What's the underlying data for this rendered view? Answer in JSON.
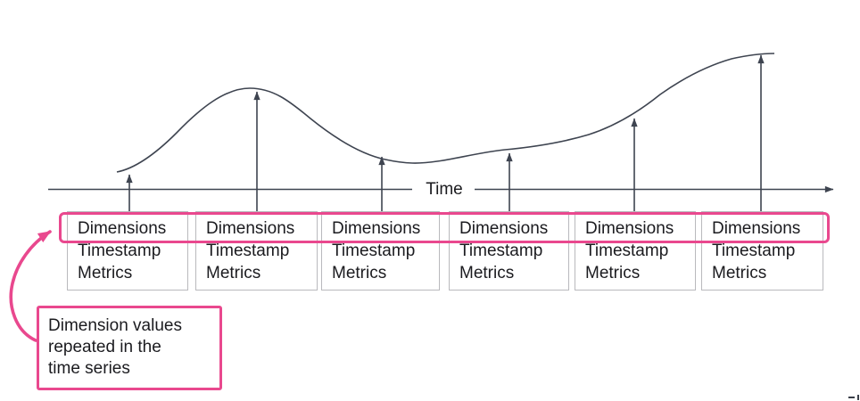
{
  "diagram": {
    "axis": {
      "label": "Time"
    },
    "records": [
      {
        "dimensions": "Dimensions",
        "timestamp": "Timestamp",
        "metrics": "Metrics"
      },
      {
        "dimensions": "Dimensions",
        "timestamp": "Timestamp",
        "metrics": "Metrics"
      },
      {
        "dimensions": "Dimensions",
        "timestamp": "Timestamp",
        "metrics": "Metrics"
      },
      {
        "dimensions": "Dimensions",
        "timestamp": "Timestamp",
        "metrics": "Metrics"
      },
      {
        "dimensions": "Dimensions",
        "timestamp": "Timestamp",
        "metrics": "Metrics"
      },
      {
        "dimensions": "Dimensions",
        "timestamp": "Timestamp",
        "metrics": "Metrics"
      }
    ],
    "callout": {
      "lines": [
        "Dimension values",
        "repeated in the",
        "time series"
      ]
    },
    "colors": {
      "accent_pink": "#E9488E",
      "line_dark": "#3E4450",
      "box_border": "#B9B9BD",
      "text": "#1B1B1F"
    }
  }
}
